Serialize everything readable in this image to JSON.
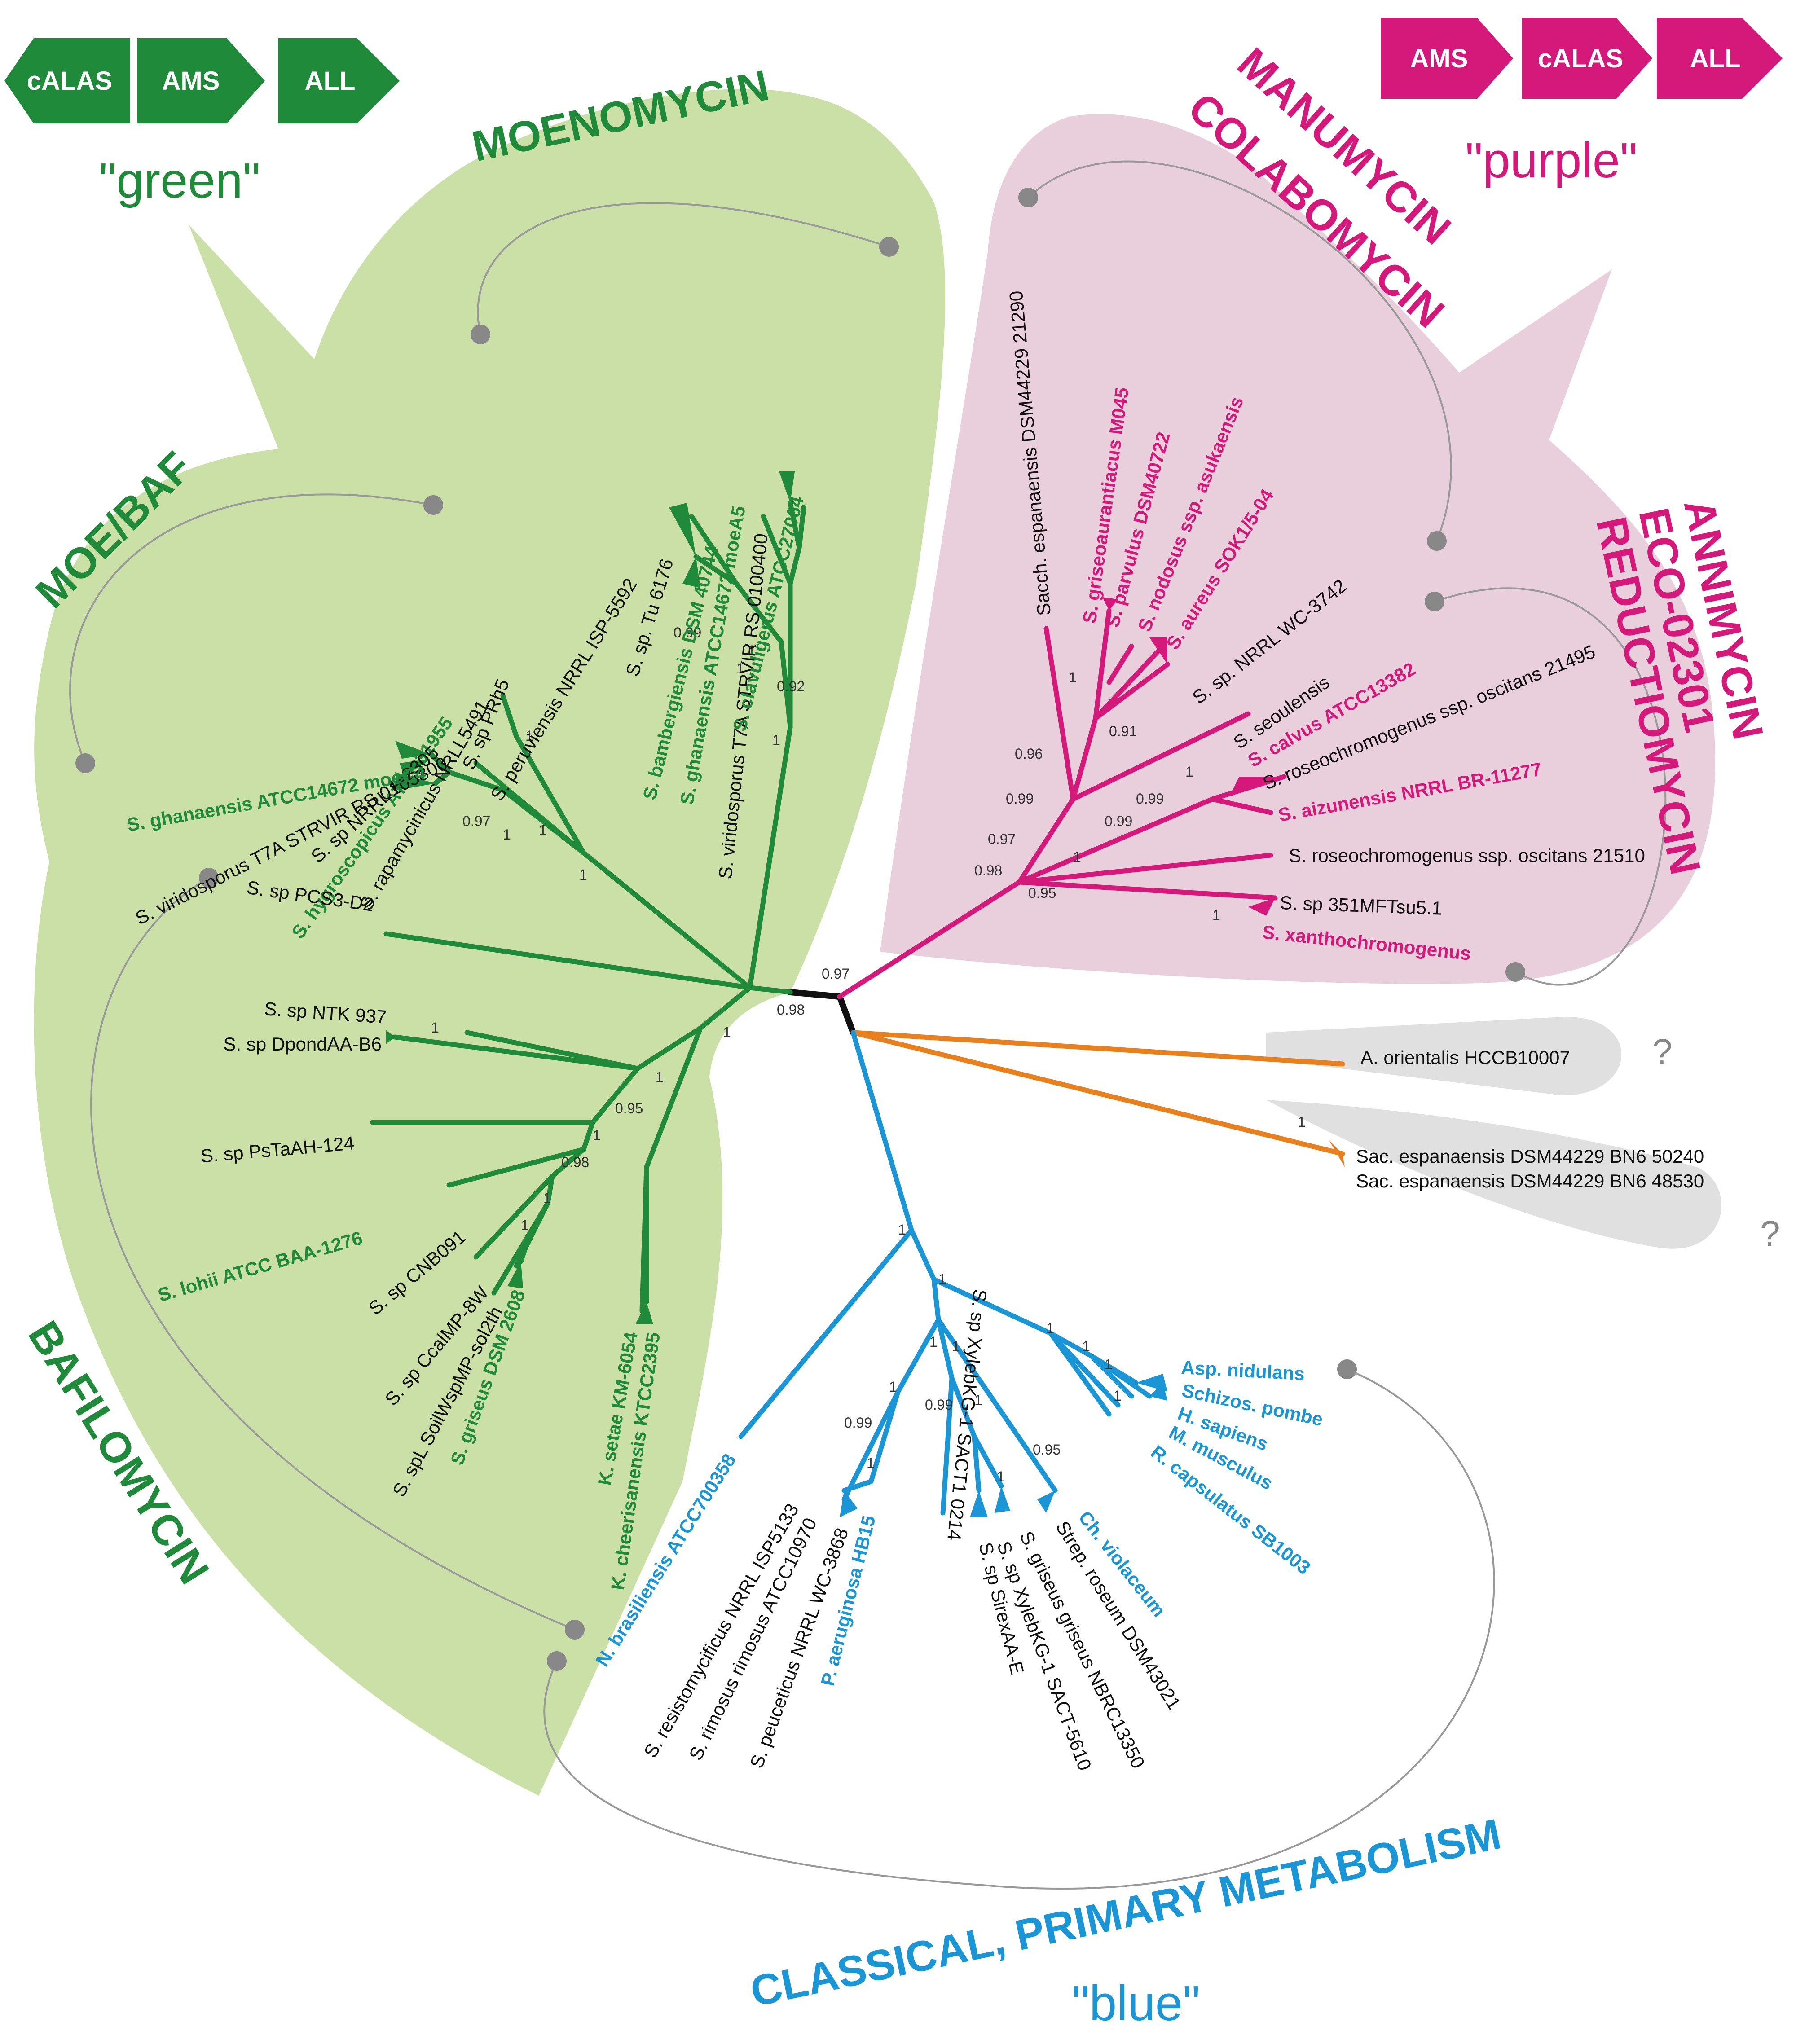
{
  "colors": {
    "green": "#1f8a3a",
    "green_fill": "#cbe0a6",
    "purple": "#d4197b",
    "purple_fill": "#e9cfdb",
    "blue": "#1a96d6",
    "orange": "#e8801e",
    "gray_fill": "#e0e0e0",
    "dot": "#888888",
    "black": "#111111"
  },
  "legends": {
    "green": {
      "arrows": [
        "cALAS",
        "AMS",
        "ALL"
      ],
      "name": "\"green\""
    },
    "purple": {
      "arrows": [
        "AMS",
        "cALAS",
        "ALL"
      ],
      "name": "\"purple\""
    },
    "blue": {
      "name": "\"blue\""
    }
  },
  "clades": {
    "moenomycin": "MOENOMYCIN",
    "moebaf": "MOE/BAF",
    "bafilomycin": "BAFILOMYCIN",
    "manumycin": "MANUMYCIN",
    "colabomycin": "COLABOMYCIN",
    "annimycin": "ANNIMYCIN",
    "eco": "ECO-02301",
    "reductiomycin": "REDUCTIOMYCIN",
    "classical": "CLASSICAL, PRIMARY METABOLISM"
  },
  "question_mark": "?",
  "root_support": {
    "green": "0.98",
    "purple": "0.97"
  },
  "taxa": {
    "s_peruviensis": "S. peruviensis NRRL ISP-5592",
    "s_sp_tu6176": "S. sp. Tu 6176",
    "s_bambergiensis": "S. bambergiensis DSM 40744",
    "s_ghanaensis_moea5": "S. ghanaensis ATCC14672 moeA5",
    "s_viridosporus_0100400": "S. viridosporus T7A STRVIR RS 0100400",
    "s_clavuligerus": "S. clavuligerus ATCC27064",
    "s_sp_prh5": "S. sp PRh5",
    "s_rapamycinicus": "S. rapamycinicus NRLL5491",
    "s_hygroscopicus": "S. hygroscopicus ATCC31955",
    "s_sp_nrrl_f2305": "S. sp NRRL F-2305",
    "s_viridosporus_0105800": "S. viridosporus T7A STRVIR RS 0105800",
    "s_ghanaensis_moec4": "S. ghanaensis ATCC14672 moeC4",
    "s_sp_pcs3": "S. sp PCS3-D2",
    "s_sp_ntk937": "S. sp NTK 937",
    "s_sp_dpondaa": "S. sp DpondAA-B6",
    "s_sp_pstaah": "S. sp PsTaAH-124",
    "s_lohii": "S. lohii ATCC BAA-1276",
    "s_sp_cnb091": "S. sp CNB091",
    "s_sp_ccalmp": "S. sp CcalMP-8W",
    "s_spl_soilwsp": "S. spL SoilWspMP-sol2th",
    "s_griseus_dsm2608": "S. griseus DSM 2608",
    "k_setae": "K. setae KM-6054",
    "k_cheerisanensis": "K. cheerisanensis KTCC2395",
    "sacch_espanaensis_21290": "Sacch. espanaensis DSM44229 21290",
    "s_griseoaurantiacus": "S. griseoaurantiacus M045",
    "s_parvulus": "S. parvulus DSM40722",
    "s_nodosus": "S. nodosus ssp. asukaensis",
    "s_aureus": "S. aureus SOK1/5-04",
    "s_sp_nrrl_wc3742": "S. sp. NRRL WC-3742",
    "s_seoulensis": "S. seoulensis",
    "s_calvus": "S. calvus ATCC13382",
    "s_roseo_21495": "S. roseochromogenus ssp. oscitans 21495",
    "s_aizunensis": "S. aizunensis NRRL BR-11277",
    "s_roseo_21510": "S. roseochromogenus ssp. oscitans 21510",
    "s_sp_351mft": "S. sp 351MFTsu5.1",
    "s_xanthochromogenus": "S. xanthochromogenus",
    "a_orientalis": "A. orientalis HCCB10007",
    "sac_bn6_50240": "Sac. espanaensis DSM44229 BN6  50240",
    "sac_bn6_48530": "Sac. espanaensis DSM44229 BN6  48530",
    "asp_nidulans": "Asp. nidulans",
    "schizos_pombe": "Schizos. pombe",
    "h_sapiens": "H. sapiens",
    "m_musculus": "M. musculus",
    "r_capsulatus": "R. capsulatus SB1003",
    "ch_violaceum": "Ch. violaceum",
    "strep_roseum": "Strep. roseum DSM43021",
    "s_griseus_nbrc": "S. griseus griseus NBRC13350",
    "s_sp_xylebkg_5610": "S. sp XylebKG-1 SACT-5610",
    "s_sp_sirexaa": "S. sp SirexAA-E",
    "s_sp_xylebkg_0214": "S. sp XylebKG-1 SACT1 0214",
    "p_aeruginosa": "P. aeruginosa HB15",
    "s_peuceticus": "S. peuceticus NRRL WC-3868",
    "s_rimosus": "S. rimosus rimosus ATCC10970",
    "s_resistomycificus": "S. resistomycificus NRRL ISP5133",
    "n_brasiliensis": "N. brasiliensis ATCC700358"
  }
}
